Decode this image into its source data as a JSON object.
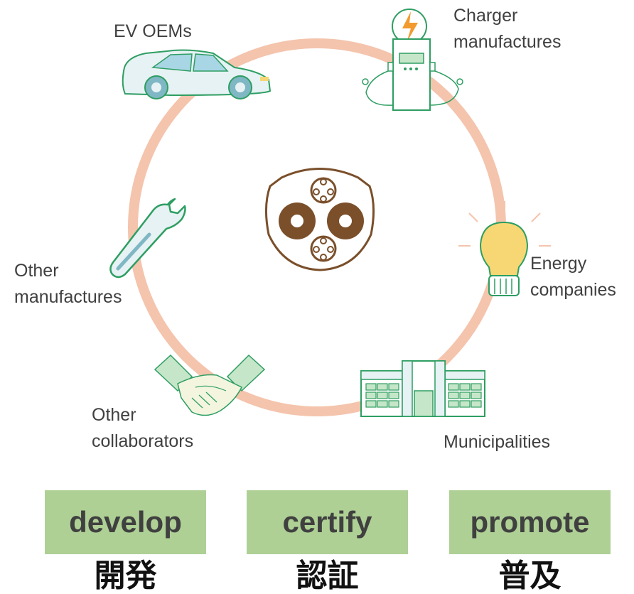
{
  "center_icon": "connector-plug-icon",
  "nodes": [
    {
      "id": "ev-oems",
      "icon": "car-icon",
      "lines": [
        "EV OEMs"
      ]
    },
    {
      "id": "charger",
      "icon": "charger-station-icon",
      "lines": [
        "Charger",
        "manufactures"
      ]
    },
    {
      "id": "energy",
      "icon": "lightbulb-icon",
      "lines": [
        "Energy",
        "companies"
      ]
    },
    {
      "id": "municipalities",
      "icon": "building-icon",
      "lines": [
        "Municipalities"
      ]
    },
    {
      "id": "collaborators",
      "icon": "handshake-icon",
      "lines": [
        "Other",
        "collaborators"
      ]
    },
    {
      "id": "other-manufactures",
      "icon": "wrench-icon",
      "lines": [
        "Other",
        "manufactures"
      ]
    }
  ],
  "actions": [
    {
      "en": "develop",
      "jp": "開発"
    },
    {
      "en": "certify",
      "jp": "認証"
    },
    {
      "en": "promote",
      "jp": "普及"
    }
  ],
  "colors": {
    "ring": "#f4c4ad",
    "box": "#aed095",
    "icon_green": "#2e9e62",
    "connector": "#7a4f2a",
    "bulb": "#f7d774",
    "bolt": "#f29a2e"
  }
}
